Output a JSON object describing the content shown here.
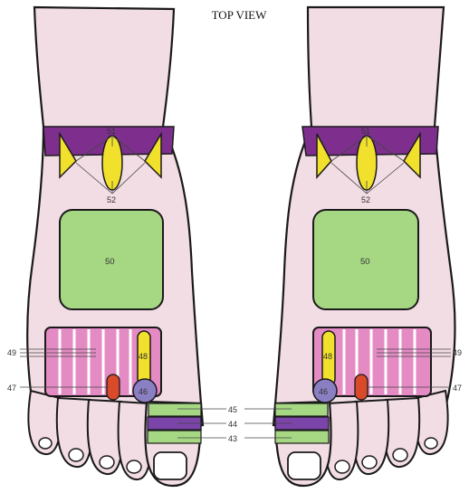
{
  "title": "TOP VIEW",
  "colors": {
    "skin": "#f3dde5",
    "outline": "#1a1a1a",
    "band": "#7e2f8e",
    "yellow": "#f2e12c",
    "green": "#a6d884",
    "pink": "#e48bc4",
    "red": "#d94a2a",
    "blue_circle": "#8a7fc2",
    "toe_purple": "#7a44a8"
  },
  "labels": {
    "l51": "51",
    "l52": "52",
    "l50": "50",
    "l49": "49",
    "l48": "48",
    "l47": "47",
    "l46": "46",
    "l45": "45",
    "l44": "44",
    "l43": "43"
  }
}
